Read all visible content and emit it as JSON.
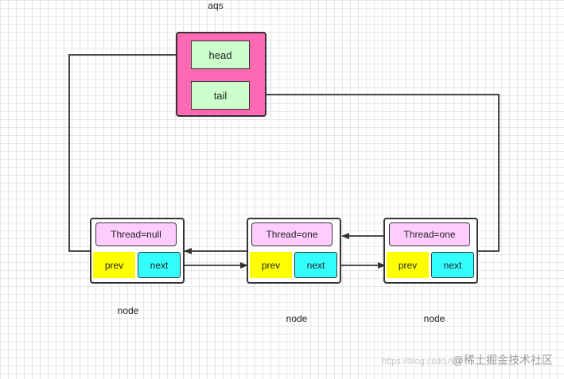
{
  "aqs": {
    "title": "aqs",
    "head": "head",
    "tail": "tail"
  },
  "nodes": [
    {
      "thread": "Thread=null",
      "prev": "prev",
      "next": "next",
      "label": "node"
    },
    {
      "thread": "Thread=one",
      "prev": "prev",
      "next": "next",
      "label": "node"
    },
    {
      "thread": "Thread=one",
      "prev": "prev",
      "next": "next",
      "label": "node"
    }
  ],
  "watermark": {
    "text": "@稀土掘金技术社区",
    "url": "https://blog.csdn.net/..."
  }
}
